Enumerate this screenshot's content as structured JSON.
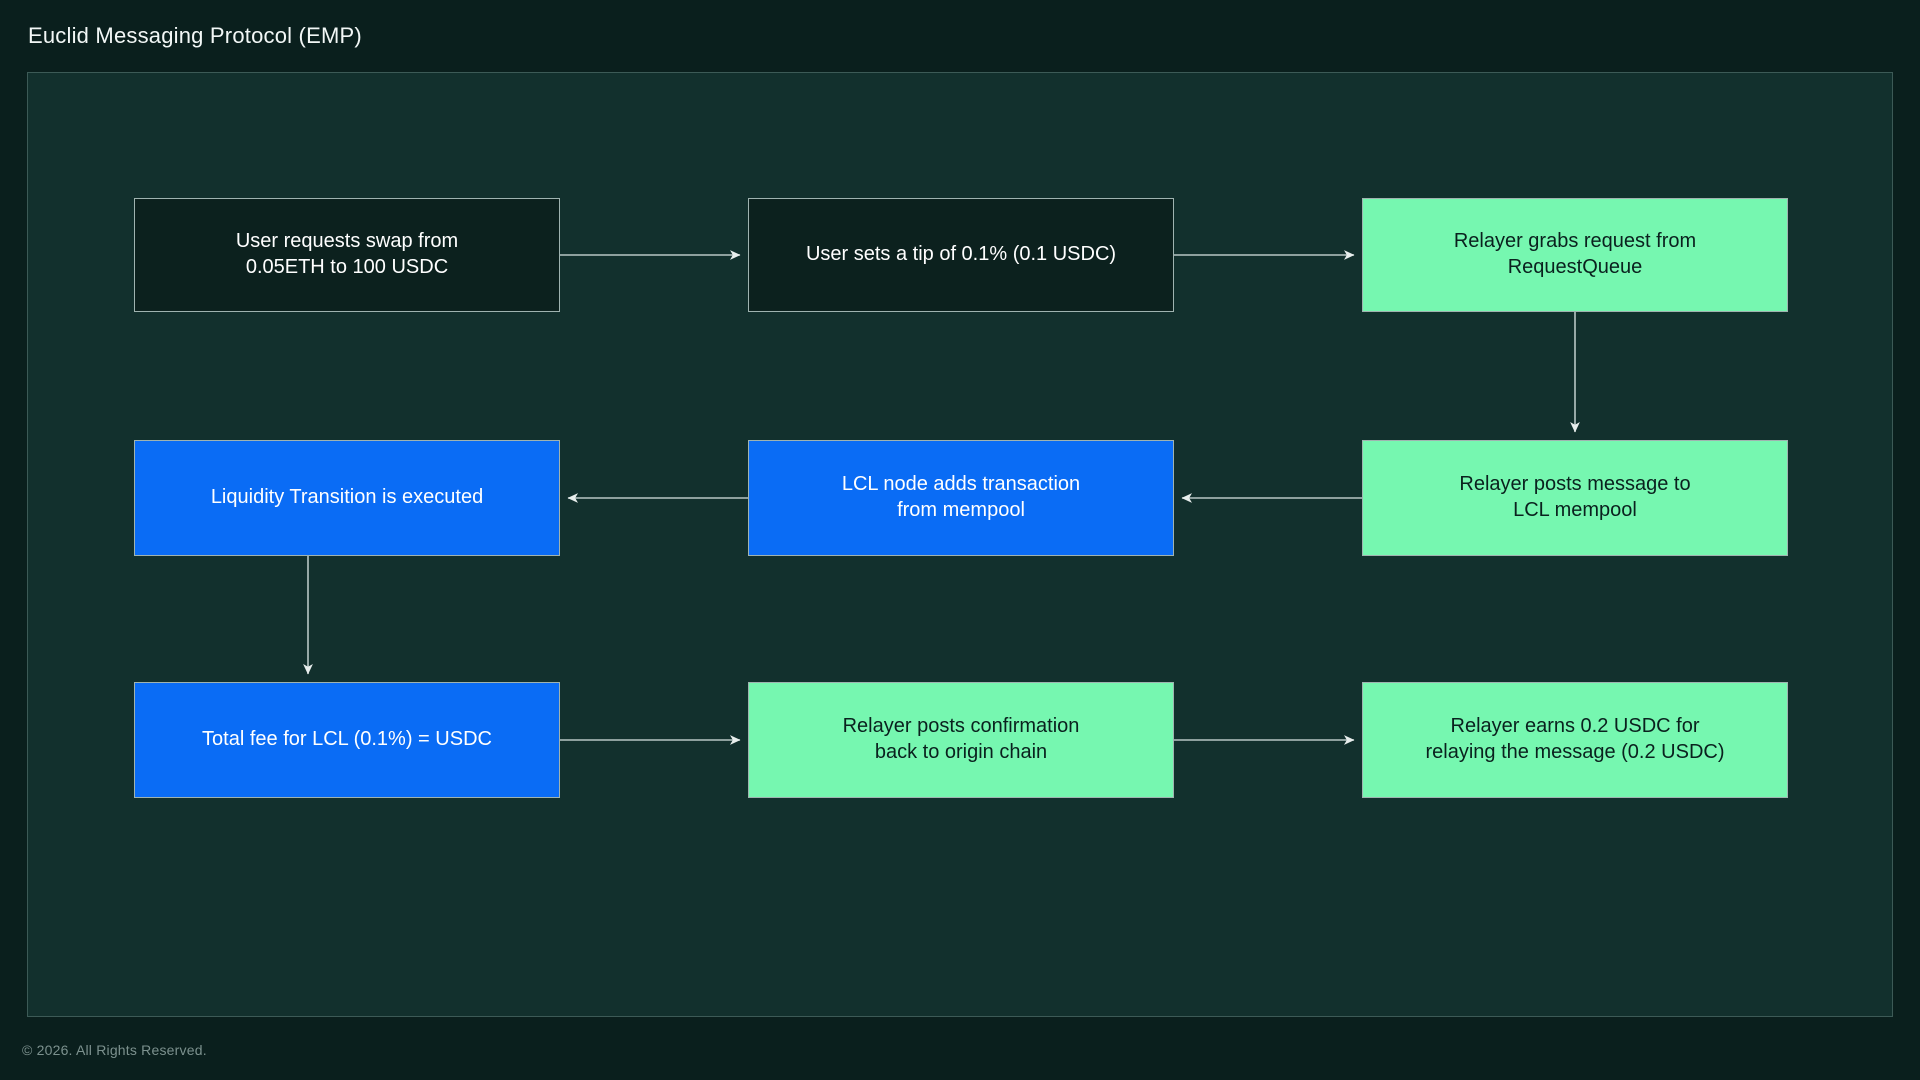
{
  "header": {
    "title": "Euclid Messaging Protocol (EMP)"
  },
  "footer": {
    "copyright": "© 2026. All Rights Reserved."
  },
  "colors": {
    "page_background": "#0a1f1d",
    "panel_background": "#12302d",
    "panel_border": "#3c5a56",
    "node_dark_fill": "#0c211e",
    "node_green_fill": "#76f7b0",
    "node_blue_fill": "#0a6cf5",
    "node_border": "#9fb3b0",
    "connector": "#b7c6c4",
    "title_text": "#f2f7f6",
    "footer_text": "#7c918e"
  },
  "diagram": {
    "type": "flowchart",
    "nodes": [
      {
        "id": "n1",
        "label": "User requests swap from\n0.05ETH to 100 USDC",
        "style": "dark",
        "row": 1,
        "column": 1
      },
      {
        "id": "n2",
        "label": "User sets a tip of 0.1% (0.1 USDC)",
        "style": "dark",
        "row": 1,
        "column": 2
      },
      {
        "id": "n3",
        "label": "Relayer grabs request from\nRequestQueue",
        "style": "green",
        "row": 1,
        "column": 3
      },
      {
        "id": "n4",
        "label": "Relayer posts message to\nLCL mempool",
        "style": "green",
        "row": 2,
        "column": 3
      },
      {
        "id": "n5",
        "label": "LCL node adds transaction\nfrom mempool",
        "style": "blue",
        "row": 2,
        "column": 2
      },
      {
        "id": "n6",
        "label": "Liquidity Transition is executed",
        "style": "blue",
        "row": 2,
        "column": 1
      },
      {
        "id": "n7",
        "label": "Total fee for LCL (0.1%) = USDC",
        "style": "blue",
        "row": 3,
        "column": 1
      },
      {
        "id": "n8",
        "label": "Relayer posts confirmation\nback to origin chain",
        "style": "green",
        "row": 3,
        "column": 2
      },
      {
        "id": "n9",
        "label": "Relayer earns 0.2 USDC for\nrelaying the message (0.2 USDC)",
        "style": "green",
        "row": 3,
        "column": 3
      }
    ],
    "connectors": [
      {
        "from": "n1",
        "to": "n2",
        "direction": "right"
      },
      {
        "from": "n2",
        "to": "n3",
        "direction": "right"
      },
      {
        "from": "n3",
        "to": "n4",
        "direction": "down"
      },
      {
        "from": "n4",
        "to": "n5",
        "direction": "left"
      },
      {
        "from": "n5",
        "to": "n6",
        "direction": "left"
      },
      {
        "from": "n6",
        "to": "n7",
        "direction": "down"
      },
      {
        "from": "n7",
        "to": "n8",
        "direction": "right"
      },
      {
        "from": "n8",
        "to": "n9",
        "direction": "right"
      }
    ]
  }
}
